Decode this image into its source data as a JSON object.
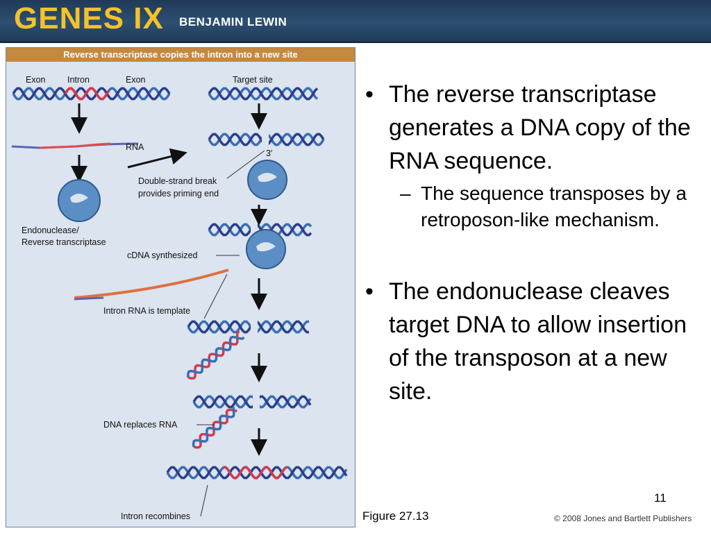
{
  "header": {
    "brand": "GENES IX",
    "author": "BENJAMIN LEWIN"
  },
  "figure": {
    "title": "Reverse transcriptase copies the intron into a new site",
    "labels": {
      "exon_left": "Exon",
      "intron": "Intron",
      "exon_right": "Exon",
      "target_site": "Target site",
      "rna": "RNA",
      "three_prime": "3′",
      "ds_break_1": "Double-strand break",
      "ds_break_2": "provides priming end",
      "endo_1": "Endonuclease/",
      "endo_2": "Reverse  transcriptase",
      "cdna": "cDNA synthesized",
      "template": "Intron RNA is template",
      "dna_replaces": "DNA replaces RNA",
      "recombines": "Intron recombines"
    },
    "colors": {
      "dna_blue": "#3b6db5",
      "dna_dark": "#2a3f8a",
      "intron_red": "#d43a4f",
      "protein": "#5b8ec4",
      "panel_bg": "#dbe4ef",
      "title_bg": "#c5883f"
    }
  },
  "bullets": [
    {
      "text": "The reverse transcriptase generates a DNA copy of the RNA sequence.",
      "sub": "The sequence transposes by a retroposon-like mechanism."
    },
    {
      "text": "The endonuclease cleaves target DNA to allow insertion of the transposon at a new site."
    }
  ],
  "footer": {
    "slide_number": "11",
    "figure_caption": "Figure 27.13",
    "copyright": "© 2008 Jones and Bartlett Publishers"
  },
  "bullet_marker": "•",
  "sub_marker": "–"
}
